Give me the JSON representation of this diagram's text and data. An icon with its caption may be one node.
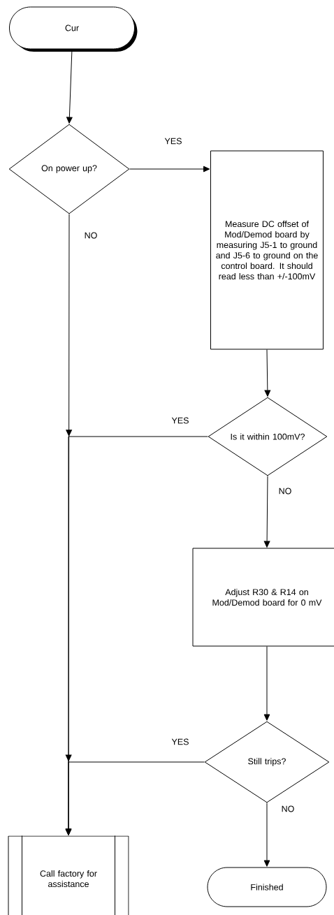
{
  "diagram": {
    "nodes": [
      {
        "text": [
          "Cur"
        ]
      },
      {
        "text": [
          "On power up?"
        ]
      },
      {
        "text": [
          "Measure DC offset of Mod/Demod board by measuring J5-1 to ground and J5-6 to ground on the control board.  It should read less than +/-100mV"
        ]
      },
      {
        "text": [
          "Is it within 100mV?"
        ]
      },
      {
        "text": [
          "Adjust R30 & R14 on Mod/Demod board for 0 mV"
        ]
      },
      {
        "text": [
          "Still trips?"
        ]
      },
      {
        "text": [
          "Call factory for assistance"
        ]
      },
      {
        "text": [
          "Finished"
        ]
      }
    ],
    "edges": [
      {
        "from": 0,
        "to": 1,
        "arrow": "to"
      },
      {
        "from": 1,
        "to": 2,
        "arrow": "to",
        "label": "YES"
      },
      {
        "from": 1,
        "to": 6,
        "arrow": "to",
        "label": "NO"
      },
      {
        "from": 2,
        "to": 3,
        "arrow": "to"
      },
      {
        "from": 3,
        "to": 6,
        "arrow": "to",
        "label": "YES"
      },
      {
        "from": 3,
        "to": 4,
        "arrow": "to",
        "label": "NO"
      },
      {
        "from": 4,
        "to": 5,
        "arrow": "to"
      },
      {
        "from": 5,
        "to": 6,
        "arrow": "to",
        "label": "YES"
      },
      {
        "from": 5,
        "to": 7,
        "arrow": "to",
        "label": "NO"
      }
    ]
  }
}
